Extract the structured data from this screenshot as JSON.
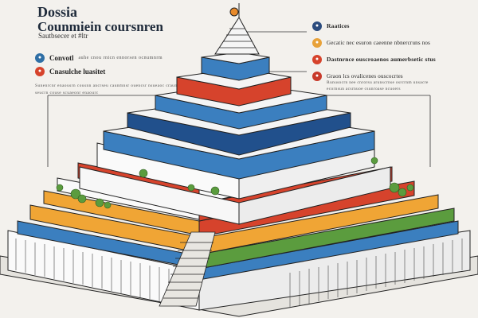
{
  "header": {
    "title_line1": "Dossia",
    "title_line2": "Counmiein coursnren",
    "subtitle": "Sautbsecer et #ltr"
  },
  "legend_left": [
    {
      "label": "Convotl",
      "detail": "auhe cnou rntcn ennorsen ocnumnrm",
      "color": "#2f6fa5",
      "icon": "dot-icon"
    },
    {
      "label": "Cnasulche luasitet",
      "detail": "",
      "color": "#d6432c",
      "icon": "dot-icon"
    }
  ],
  "note_left": "Sunenrcnr enaousrn cousnn ancrseu caunmnsr ouencsr nsueaoc craunsren seucrn couse scuaeonr enaourc",
  "legend_right": [
    {
      "label": "Raatices",
      "color": "#2b4c7e",
      "icon": "dot-icon"
    },
    {
      "label": "Gecatic nec esuron caeenne nbnercruns nos",
      "color": "#e8a23a",
      "icon": "dot-icon"
    },
    {
      "label": "Dastnrnce ouscroaenos aumerbsetic stus",
      "color": "#d6432c",
      "icon": "dot-icon"
    },
    {
      "label": "Graon lcs ovalicenes ouscocrtes",
      "color": "#c83a2a",
      "icon": "dot-icon"
    }
  ],
  "note_right": "Runusocrn nee cnrorsu arunscrnse osrcrnm unsacre ecornsun acsrnuoe csunroase ncuoers",
  "colors": {
    "blue": "#3b7fbf",
    "navy": "#21508c",
    "red": "#d6432c",
    "orange": "#f0a535",
    "green": "#5b9c3e",
    "outline": "#1d1d1d"
  }
}
